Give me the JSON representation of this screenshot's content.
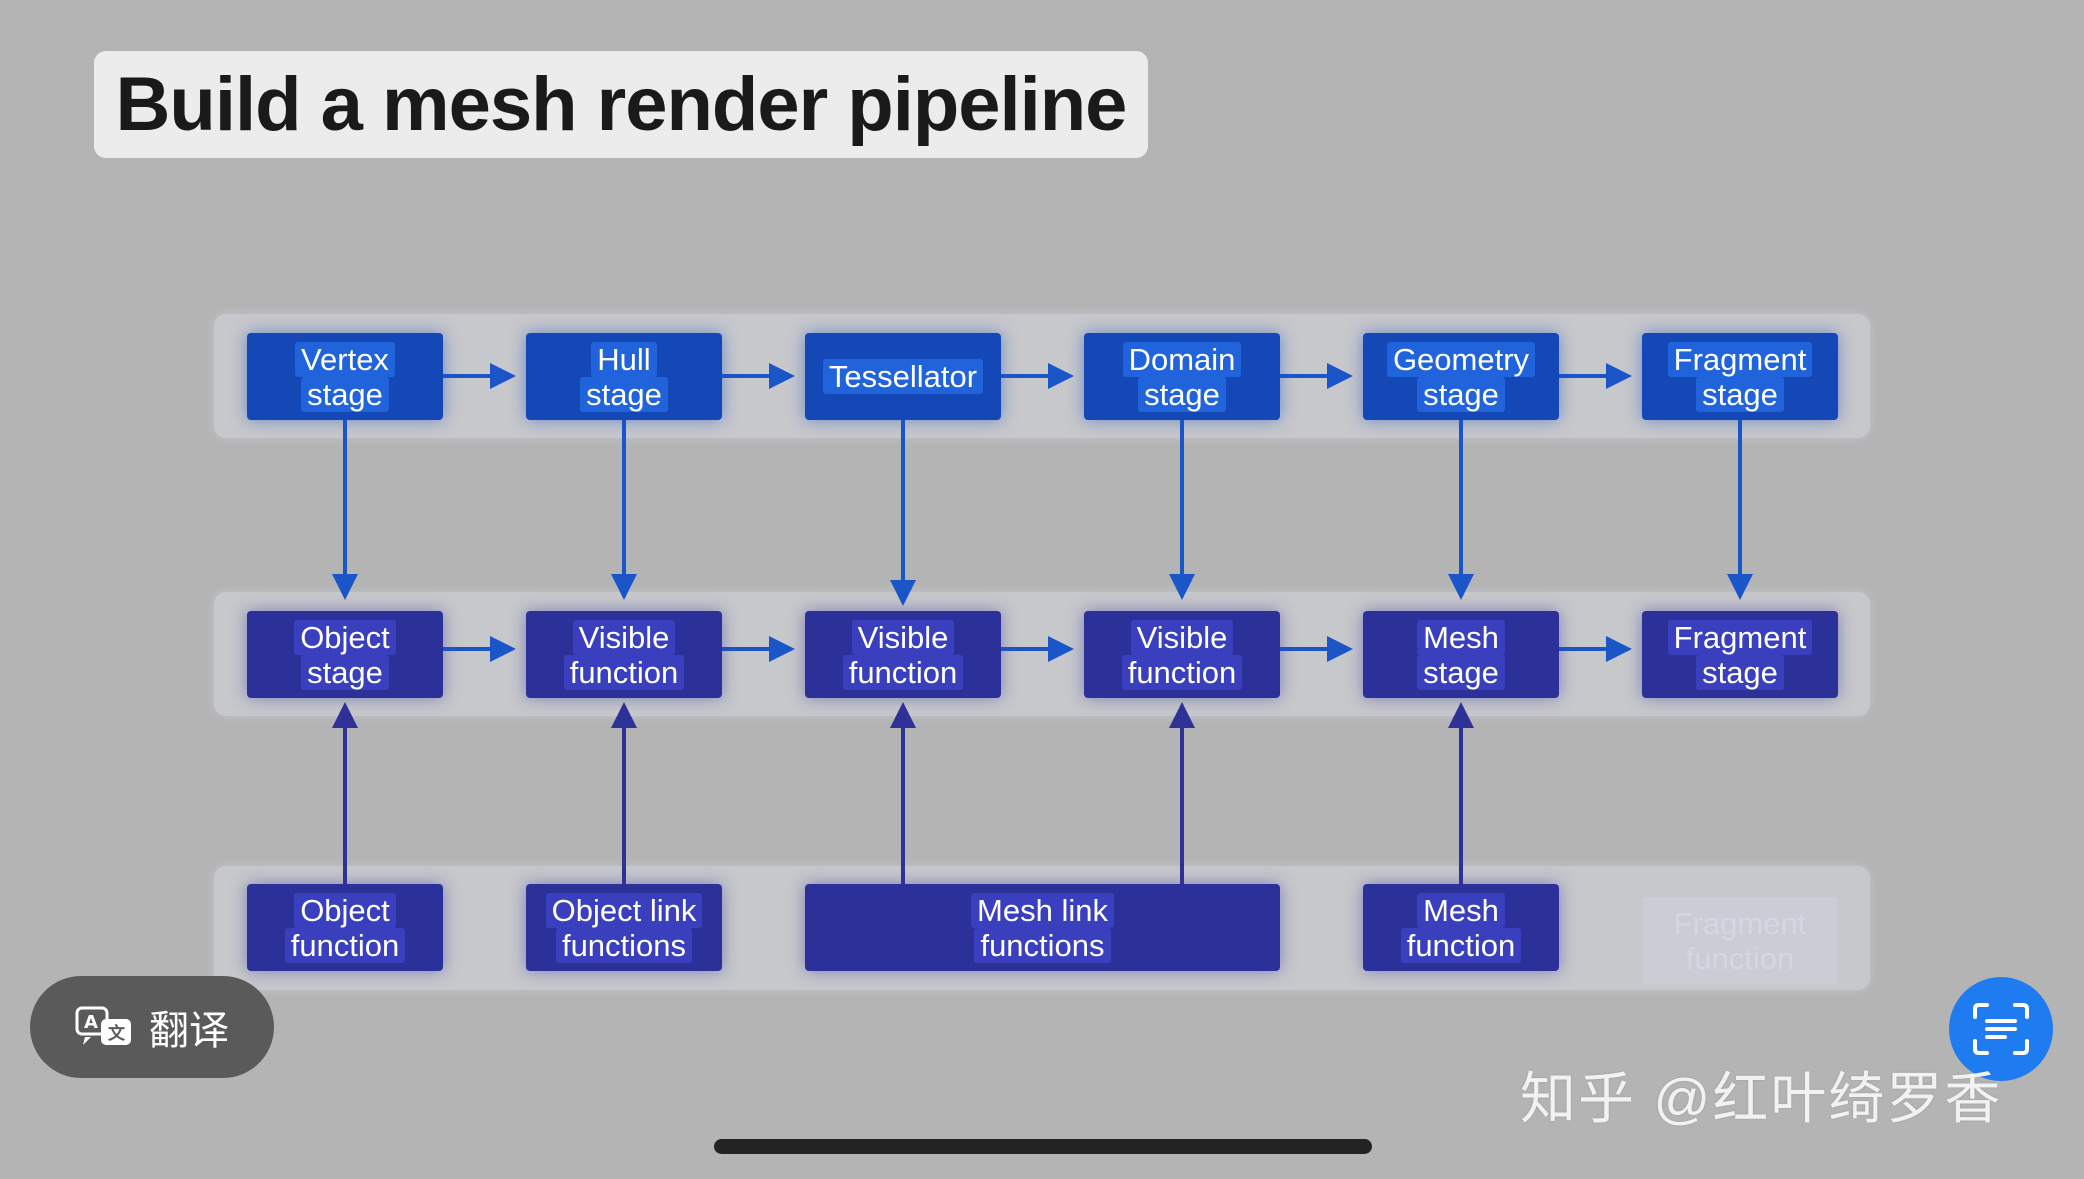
{
  "title": "Build a mesh render pipeline",
  "pipeline": {
    "rows": [
      {
        "name": "traditional-pipeline",
        "nodes": [
          {
            "lines": [
              "Vertex",
              "stage"
            ],
            "style": "blue"
          },
          {
            "lines": [
              "Hull",
              "stage"
            ],
            "style": "blue"
          },
          {
            "lines": [
              "Tessellator"
            ],
            "style": "blue"
          },
          {
            "lines": [
              "Domain",
              "stage"
            ],
            "style": "blue"
          },
          {
            "lines": [
              "Geometry",
              "stage"
            ],
            "style": "blue"
          },
          {
            "lines": [
              "Fragment",
              "stage"
            ],
            "style": "blue"
          }
        ]
      },
      {
        "name": "mesh-pipeline",
        "nodes": [
          {
            "lines": [
              "Object",
              "stage"
            ],
            "style": "purple"
          },
          {
            "lines": [
              "Visible",
              "function"
            ],
            "style": "purple"
          },
          {
            "lines": [
              "Visible",
              "function"
            ],
            "style": "purple"
          },
          {
            "lines": [
              "Visible",
              "function"
            ],
            "style": "purple"
          },
          {
            "lines": [
              "Mesh",
              "stage"
            ],
            "style": "purple"
          },
          {
            "lines": [
              "Fragment",
              "stage"
            ],
            "style": "purple"
          }
        ]
      },
      {
        "name": "function-sources",
        "nodes": [
          {
            "lines": [
              "Object",
              "function"
            ],
            "style": "purple"
          },
          {
            "lines": [
              "Object link",
              "functions"
            ],
            "style": "purple"
          },
          {
            "lines": [
              "Mesh link",
              "functions"
            ],
            "style": "purple"
          },
          {
            "lines": [
              "Mesh",
              "function"
            ],
            "style": "purple"
          },
          {
            "lines": [
              "Fragment",
              "function"
            ],
            "style": "ghost"
          }
        ]
      }
    ],
    "colors": {
      "blue_node": "#1348b6",
      "purple_node": "#2c3199",
      "blue_wire": "#1a56c8",
      "purple_wire": "#2e3196"
    }
  },
  "overlay": {
    "translate_label": "翻译",
    "translate_icon": "translate-icon",
    "scan_icon": "scan-text-icon",
    "watermark": "知乎 @红叶绮罗香"
  }
}
